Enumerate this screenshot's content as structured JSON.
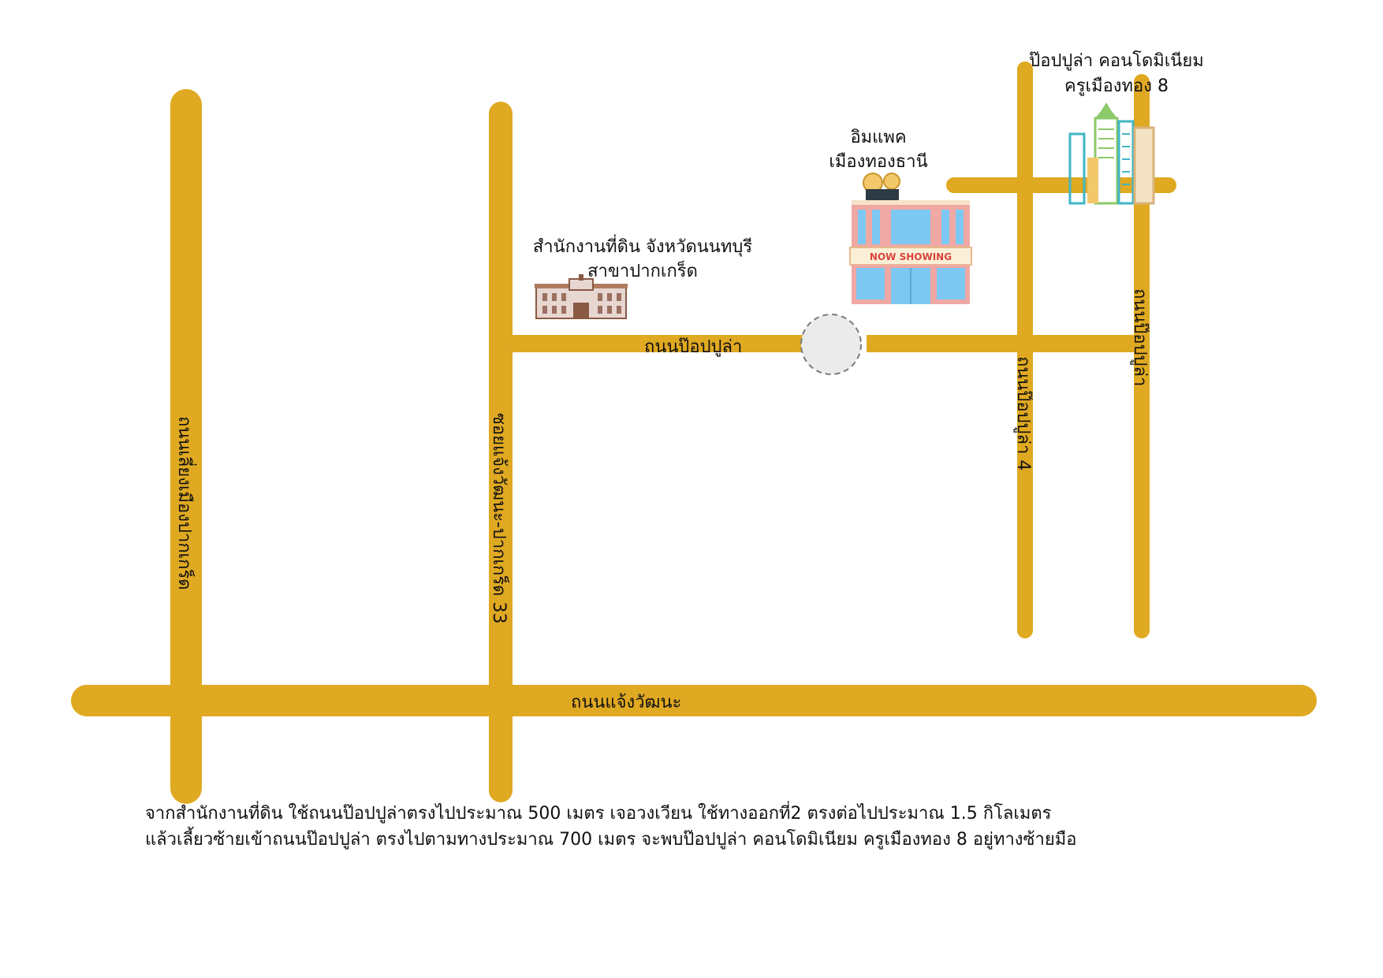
{
  "colors": {
    "road": "#E0A922",
    "roundabout_fill": "#EBEBEB",
    "roundabout_stroke": "#7A7A7A",
    "cinema_wall": "#F0A8A4",
    "cinema_glass": "#7CC8F2",
    "building_teal": "#3FB6C6",
    "building_green": "#8CC96A",
    "building_yellow": "#F2C86A"
  },
  "roads": {
    "chaengwattana": "ถนนแจ้งวัฒนะ",
    "popular_main": "ถนนป๊อปปูล่า",
    "soi_33": "ซอยแจ้งวัฒนะ-ปากเกร็ด 33",
    "liang_mueang": "ถนนเลี่ยงเมืองปากเกร็ด",
    "popular_4": "ถนนป๊อปปูล่า 4",
    "popular_right": "ถนนป๊อปปูล่า"
  },
  "places": {
    "land_office": {
      "line1": "สำนักงานที่ดิน จังหวัดนนทบุรี",
      "line2": "สาขาปากเกร็ด",
      "icon": "government-building-icon"
    },
    "impact": {
      "line1": "อิมแพค",
      "line2": "เมืองทองธานี",
      "sign": "NOW SHOWING",
      "icon": "cinema-building-icon"
    },
    "condo": {
      "line1": "ป๊อปปูล่า คอนโดมิเนียม",
      "line2": "ครูเมืองทอง 8",
      "icon": "city-buildings-icon"
    }
  },
  "directions": {
    "line1": "จากสำนักงานที่ดิน ใช้ถนนป๊อปปูล่าตรงไปประมาณ 500 เมตร เจอวงเวียน ใช้ทางออกที่2 ตรงต่อไปประมาณ 1.5 กิโลเมตร",
    "line2": "แล้วเลี้ยวซ้ายเข้าถนนป๊อปปูล่า ตรงไปตามทางประมาณ 700 เมตร จะพบป๊อปปูล่า คอนโดมิเนียม ครูเมืองทอง 8 อยู่ทางซ้ายมือ"
  }
}
